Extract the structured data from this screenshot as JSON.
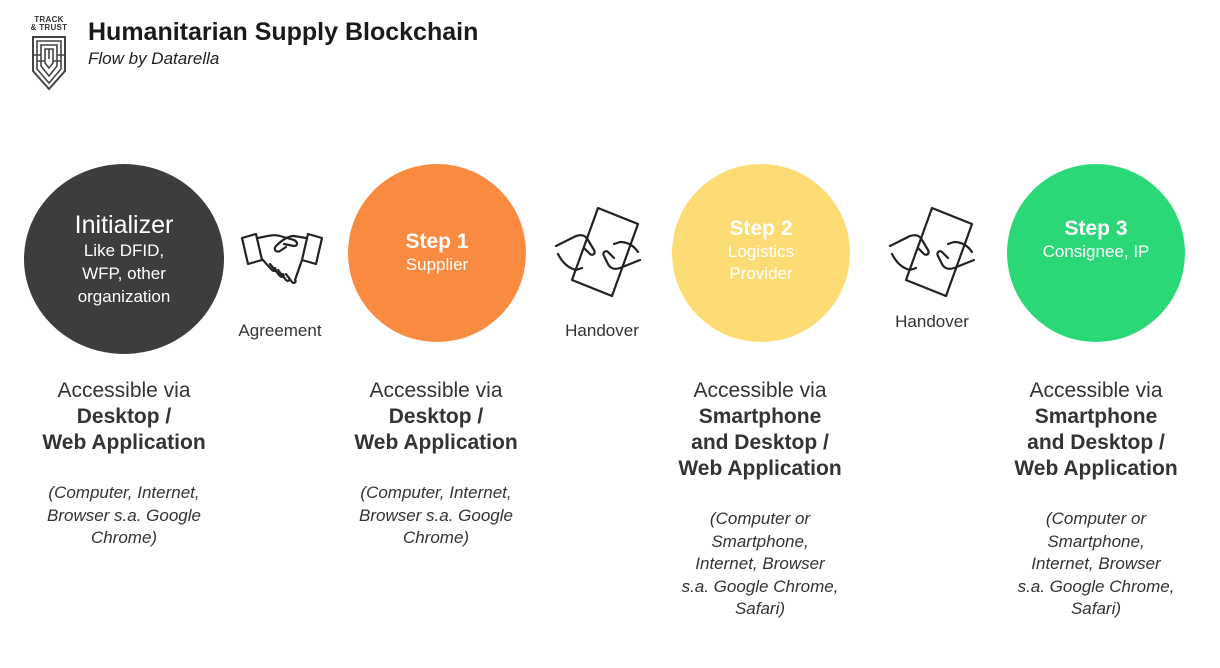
{
  "header": {
    "logo_line1": "TRACK",
    "logo_line2": "& TRUST",
    "title": "Humanitarian Supply Blockchain",
    "subtitle": "Flow by Datarella"
  },
  "nodes": [
    {
      "title": "Initializer",
      "subtitle": "Like DFID, WFP, other organization",
      "color": "#3d3d3d",
      "access_label": "Accessible via",
      "platform": "Desktop /\nWeb Application",
      "details": "(Computer, Internet,\nBrowser s.a. Google\nChrome)"
    },
    {
      "title": "Step 1",
      "subtitle": "Supplier",
      "color": "#f98b40",
      "access_label": "Accessible via",
      "platform": "Desktop /\nWeb Application",
      "details": "(Computer, Internet,\nBrowser s.a. Google\nChrome)"
    },
    {
      "title": "Step 2",
      "subtitle": "Logistics Provider",
      "color": "#fddc75",
      "access_label": "Accessible via",
      "platform": "Smartphone\nand Desktop /\nWeb Application",
      "details": "(Computer or\nSmartphone,\nInternet, Browser\ns.a. Google Chrome,\nSafari)"
    },
    {
      "title": "Step 3",
      "subtitle": "Consignee, IP",
      "color": "#2bd877",
      "access_label": "Accessible via",
      "platform": "Smartphone\nand Desktop /\nWeb Application",
      "details": "(Computer or\nSmartphone,\nInternet, Browser\ns.a. Google Chrome,\nSafari)"
    }
  ],
  "connectors": [
    {
      "label": "Agreement",
      "icon": "handshake-icon"
    },
    {
      "label": "Handover",
      "icon": "document-handover-icon"
    },
    {
      "label": "Handover",
      "icon": "document-handover-icon"
    }
  ]
}
